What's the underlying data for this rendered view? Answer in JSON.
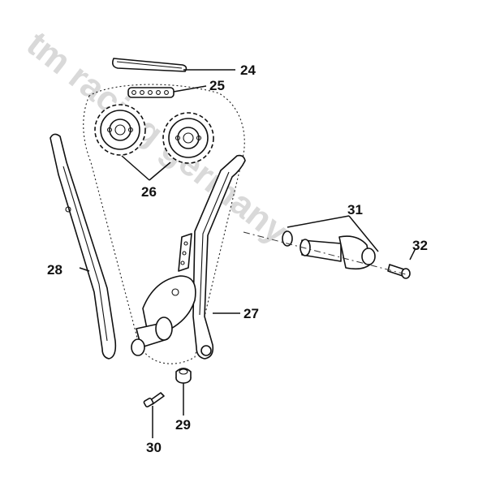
{
  "watermark": "tm racing germany",
  "callouts": [
    {
      "id": "24",
      "text": "24"
    },
    {
      "id": "25",
      "text": "25"
    },
    {
      "id": "26",
      "text": "26"
    },
    {
      "id": "27",
      "text": "27"
    },
    {
      "id": "28",
      "text": "28"
    },
    {
      "id": "29",
      "text": "29"
    },
    {
      "id": "30",
      "text": "30"
    },
    {
      "id": "31",
      "text": "31"
    },
    {
      "id": "32",
      "text": "32"
    }
  ]
}
